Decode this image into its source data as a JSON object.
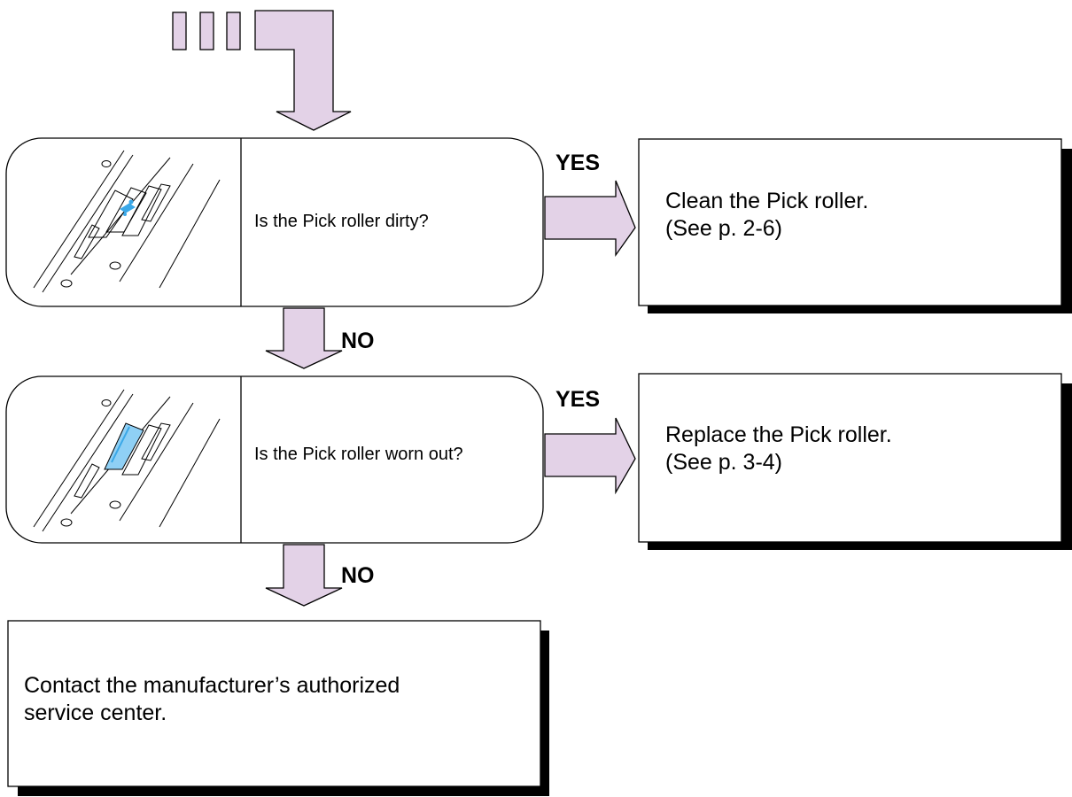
{
  "colors": {
    "arrow_fill": "#e3d2e7",
    "stroke": "#000000",
    "roller_highlight_1": "#3aa8e8",
    "roller_highlight_2": "#8fd0f5"
  },
  "steps": [
    {
      "question": "Is the Pick roller dirty?",
      "yes_label": "YES",
      "no_label": "NO",
      "yes_action": {
        "line1": "Clean the Pick roller.",
        "line2": "(See p. 2-6)"
      }
    },
    {
      "question": "Is the Pick roller worn out?",
      "yes_label": "YES",
      "no_label": "NO",
      "yes_action": {
        "line1": "Replace the Pick roller.",
        "line2": "(See p. 3-4)"
      }
    }
  ],
  "final_action": {
    "line1": "Contact the manufacturer’s authorized",
    "line2": "service center."
  }
}
